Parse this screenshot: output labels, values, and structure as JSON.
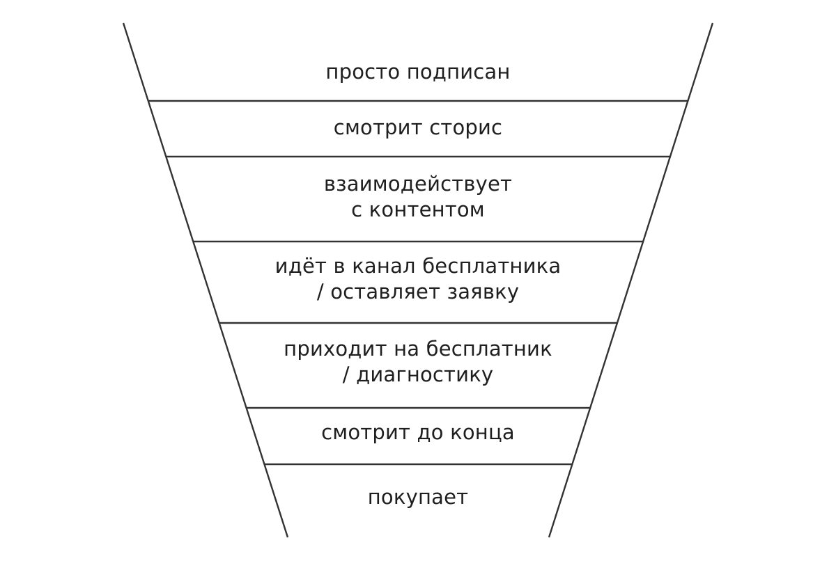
{
  "funnel": {
    "stages": [
      {
        "lines": [
          "просто подписан"
        ]
      },
      {
        "lines": [
          "смотрит сторис"
        ]
      },
      {
        "lines": [
          "взаимодействует",
          "с контентом"
        ]
      },
      {
        "lines": [
          "идёт в канал бесплатника",
          "/ оставляет заявку"
        ]
      },
      {
        "lines": [
          "приходит на бесплатник",
          "/ диагностику"
        ]
      },
      {
        "lines": [
          "смотрит до конца"
        ]
      },
      {
        "lines": [
          "покупает"
        ]
      }
    ]
  },
  "colors": {
    "line": "#333333",
    "text": "#1f1f1f",
    "background": "#ffffff"
  }
}
